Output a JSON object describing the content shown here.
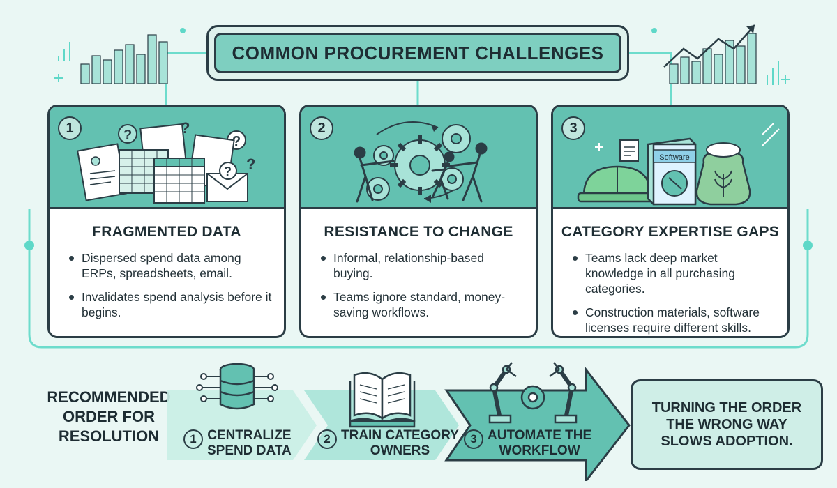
{
  "title": "COMMON PROCUREMENT CHALLENGES",
  "cards": [
    {
      "number": "1",
      "title": "FRAGMENTED DATA",
      "bullets": [
        "Dispersed spend data among ERPs, spreadsheets, email.",
        "Invalidates spend analysis before it begins."
      ]
    },
    {
      "number": "2",
      "title": "RESISTANCE TO CHANGE",
      "bullets": [
        "Informal, relationship-based buying.",
        "Teams ignore standard, money-saving workflows."
      ]
    },
    {
      "number": "3",
      "title": "CATEGORY EXPERTISE GAPS",
      "bullets": [
        "Teams lack deep market knowledge in all purchasing categories.",
        "Construction materials, software licenses require different skills."
      ],
      "box_label": "Software"
    }
  ],
  "resolution": {
    "label_lines": [
      "RECOMMENDED",
      "ORDER FOR",
      "RESOLUTION"
    ],
    "steps": [
      {
        "number": "1",
        "lines": [
          "CENTRALIZE",
          "SPEND DATA"
        ]
      },
      {
        "number": "2",
        "lines": [
          "TRAIN CATEGORY",
          "OWNERS"
        ]
      },
      {
        "number": "3",
        "lines": [
          "AUTOMATE THE",
          "WORKFLOW"
        ]
      }
    ],
    "note_lines": [
      "TURNING THE ORDER",
      "THE WRONG WAY",
      "SLOWS ADOPTION."
    ]
  },
  "colors": {
    "background": "#eaf7f4",
    "teal": "#63c1b1",
    "teal_light": "#7ecfc0",
    "outline": "#2b3d45",
    "accent_line": "#3fd6c6"
  }
}
